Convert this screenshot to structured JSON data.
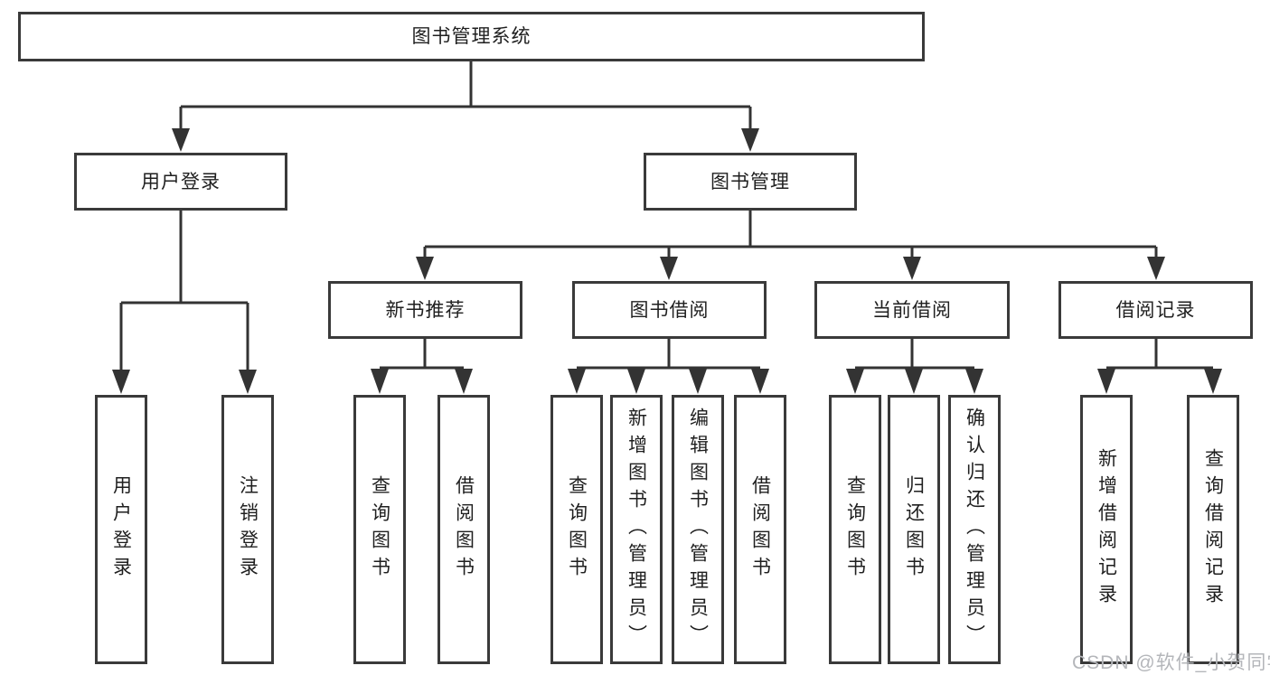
{
  "nodes": {
    "root": "图书管理系统",
    "level2": [
      "用户登录",
      "图书管理"
    ],
    "level3": [
      "新书推荐",
      "图书借阅",
      "当前借阅",
      "借阅记录"
    ],
    "leaves_login": [
      "用户登录",
      "注销登录"
    ],
    "leaves_recommend": [
      "查询图书",
      "借阅图书"
    ],
    "leaves_borrow": [
      "查询图书",
      "新增图书（管理员）",
      "编辑图书（管理员）",
      "借阅图书"
    ],
    "leaves_current": [
      "查询图书",
      "归还图书",
      "确认归还（管理员）"
    ],
    "leaves_records": [
      "新增借阅记录",
      "查询借阅记录"
    ]
  },
  "watermark": "CSDN @软件_小贺同学",
  "colors": {
    "line": "#333333",
    "box_border": "#3a3a3a",
    "text": "#1f1f1f",
    "watermark": "#b4b6ba",
    "background": "#ffffff"
  }
}
